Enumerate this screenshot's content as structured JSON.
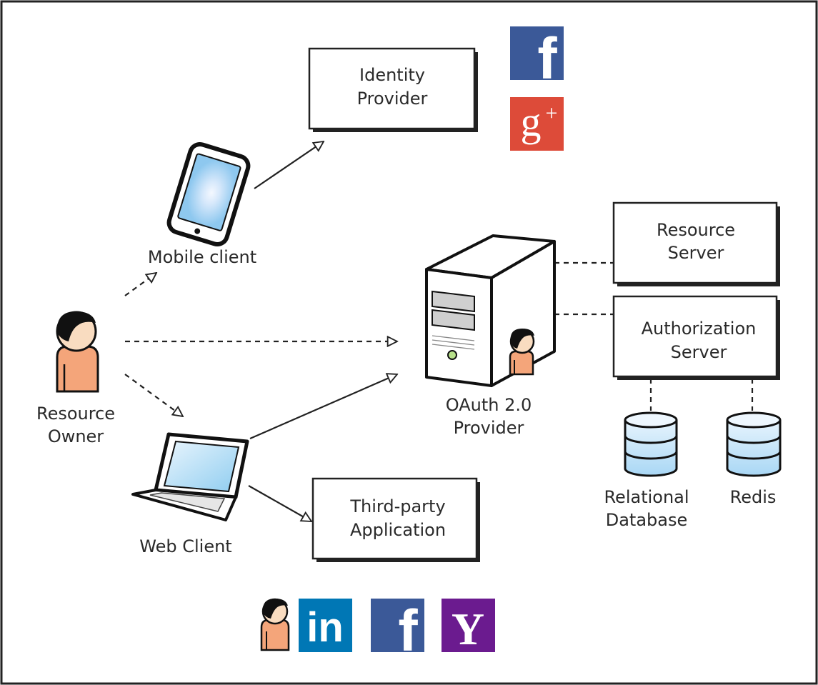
{
  "nodes": {
    "identity_provider": [
      "Identity",
      "Provider"
    ],
    "mobile_client": "Mobile client",
    "resource_owner": [
      "Resource",
      "Owner"
    ],
    "web_client": "Web Client",
    "third_party": [
      "Third-party",
      "Application"
    ],
    "oauth_provider": [
      "OAuth 2.0",
      "Provider"
    ],
    "resource_server": [
      "Resource",
      "Server"
    ],
    "authorization_server": [
      "Authorization",
      "Server"
    ],
    "relational_db": [
      "Relational",
      "Database"
    ],
    "redis": "Redis"
  },
  "logos": {
    "facebook_letter": "f",
    "google_plus_letter": "g",
    "google_plus_sign": "+",
    "linkedin_letters": "in",
    "yahoo_letter": "Y"
  },
  "colors": {
    "facebook": "#3b5998",
    "google_plus": "#dd4b39",
    "linkedin": "#0077b5",
    "yahoo": "#6b1b8f",
    "person_skin": "#f9c8a4",
    "person_shirt": "#f4a57a",
    "screen_blue": "#a9d6f5",
    "db_blue": "#cbe7fa"
  }
}
